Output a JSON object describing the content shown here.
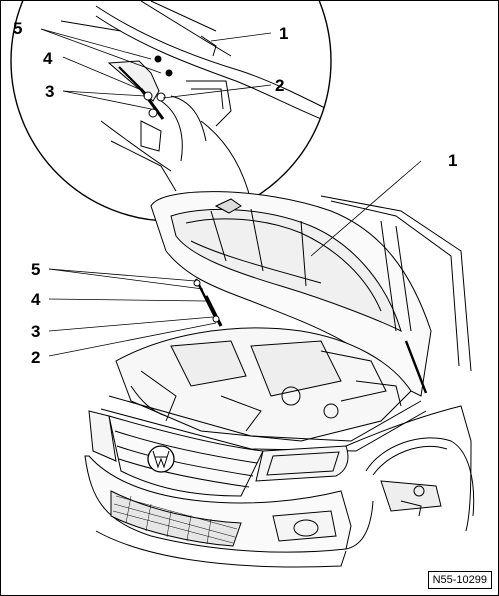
{
  "colors": {
    "line": "#000000",
    "background": "#ffffff",
    "shade": "#e6e6e6"
  },
  "detail_view": {
    "callouts": [
      "1",
      "2",
      "3",
      "4",
      "5"
    ]
  },
  "main_view": {
    "callouts": [
      "1",
      "2",
      "3",
      "4",
      "5"
    ]
  },
  "reference_code": "N55-10299"
}
